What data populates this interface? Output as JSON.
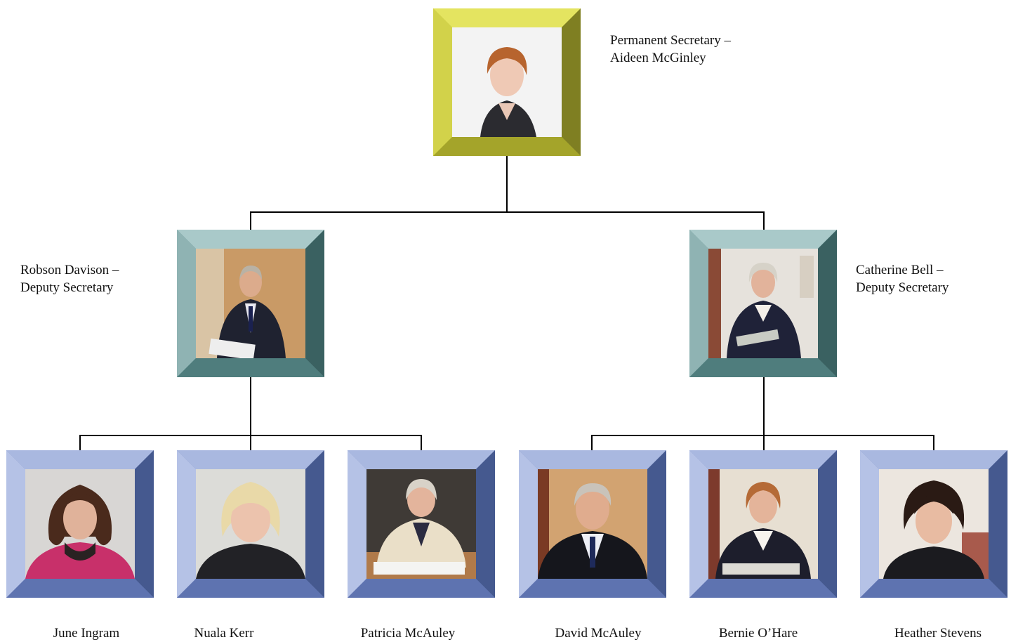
{
  "top": {
    "title": "Permanent Secretary –",
    "name": "Aideen McGinley"
  },
  "deputies": [
    {
      "name": "Robson Davison –",
      "title": "Deputy Secretary"
    },
    {
      "name": "Catherine Bell –",
      "title": "Deputy Secretary"
    }
  ],
  "directors": [
    {
      "name": "June Ingram"
    },
    {
      "name": "Nuala Kerr"
    },
    {
      "name": "Patricia McAuley"
    },
    {
      "name": "David McAuley"
    },
    {
      "name": "Bernie O’Hare"
    },
    {
      "name": "Heather Stevens"
    }
  ],
  "colors": {
    "top_frame": "#c8c83a",
    "deputy_frame": "#6f9e9e",
    "director_frame": "#7f93c9",
    "connector": "#000000"
  }
}
